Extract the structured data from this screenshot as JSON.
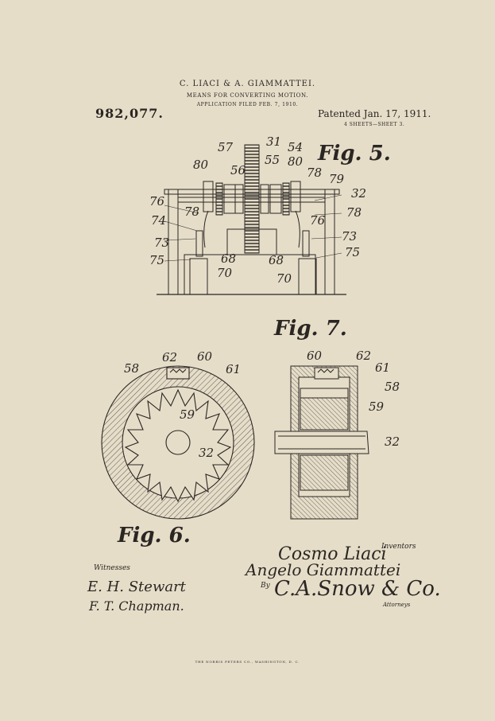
{
  "header": {
    "inventors_line": "C. LIACI & A. GIAMMATTEI.",
    "title": "MEANS FOR CONVERTING MOTION.",
    "filed": "APPLICATION FILED FEB. 7, 1910.",
    "patent_number": "982,077.",
    "patented": "Patented Jan. 17, 1911.",
    "sheets": "4 SHEETS—SHEET 3."
  },
  "figures": {
    "fig5": "Fig. 5.",
    "fig6": "Fig. 6.",
    "fig7": "Fig. 7."
  },
  "fig5_refs": [
    "57",
    "31",
    "54",
    "80",
    "56",
    "55",
    "80",
    "78",
    "79",
    "76",
    "78",
    "32",
    "78",
    "74",
    "76",
    "73",
    "73",
    "75",
    "68",
    "68",
    "75",
    "70",
    "70"
  ],
  "fig6_refs": [
    "62",
    "60",
    "58",
    "61",
    "59",
    "32"
  ],
  "fig7_refs": [
    "60",
    "62",
    "61",
    "58",
    "59",
    "32"
  ],
  "signatures": {
    "witnesses_label": "Witnesses",
    "witness_1": "E. H. Stewart",
    "witness_2": "F. T. Chapman.",
    "inventors_label": "Inventors",
    "inventor_1": "Cosmo Liaci",
    "inventor_2": "Angelo Giammattei",
    "by_label": "By",
    "attorney": "C.A.Snow & Co.",
    "attorneys_label": "Attorneys"
  },
  "footer": "THE NORRIS PETERS CO., WASHINGTON, D. C."
}
